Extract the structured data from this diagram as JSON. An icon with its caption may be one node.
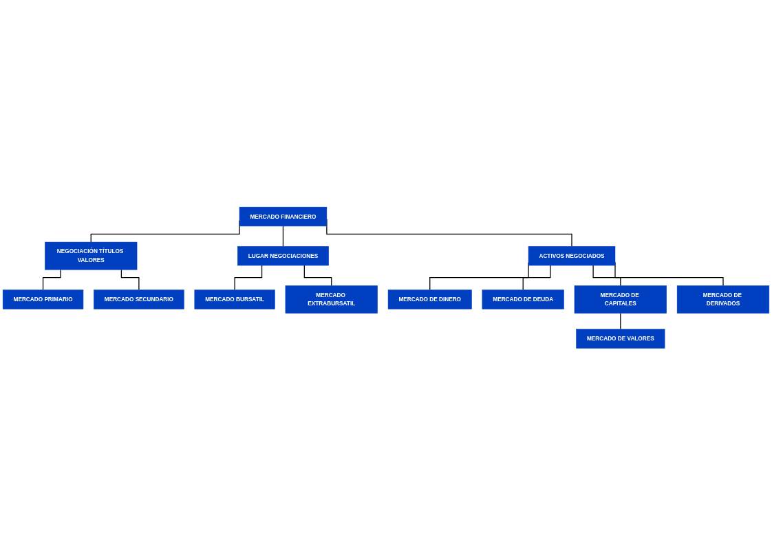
{
  "diagram": {
    "nodes": [
      {
        "text": [
          "MERCADO FINANCIERO"
        ]
      },
      {
        "text": [
          "NEGOCIACIÓN TÍTULOS VALORES"
        ]
      },
      {
        "text": [
          "LUGAR NEGOCIACIONES"
        ]
      },
      {
        "text": [
          "ACTIVOS NEGOCIADOS"
        ]
      },
      {
        "text": [
          "MERCADO PRIMARIO"
        ]
      },
      {
        "text": [
          "MERCADO SECUNDARIO"
        ]
      },
      {
        "text": [
          "MERCADO BURSATIL"
        ]
      },
      {
        "text": [
          "MERCADO EXTRABURSATIL"
        ]
      },
      {
        "text": [
          "MERCADO DE DINERO"
        ]
      },
      {
        "text": [
          "MERCADO DE DEUDA"
        ]
      },
      {
        "text": [
          "MERCADO DE CAPITALES"
        ]
      },
      {
        "text": [
          "MERCADO DE VALORES"
        ]
      },
      {
        "text": [
          "MERCADO DE DERIVADOS"
        ]
      }
    ],
    "edges": [
      {
        "from": 0,
        "to": 1,
        "arrow": "none"
      },
      {
        "from": 0,
        "to": 2,
        "arrow": "none"
      },
      {
        "from": 0,
        "to": 3,
        "arrow": "none"
      },
      {
        "from": 1,
        "to": 4,
        "arrow": "none"
      },
      {
        "from": 1,
        "to": 5,
        "arrow": "none"
      },
      {
        "from": 2,
        "to": 6,
        "arrow": "none"
      },
      {
        "from": 2,
        "to": 7,
        "arrow": "none"
      },
      {
        "from": 3,
        "to": 8,
        "arrow": "none"
      },
      {
        "from": 3,
        "to": 9,
        "arrow": "none"
      },
      {
        "from": 3,
        "to": 10,
        "arrow": "none"
      },
      {
        "from": 10,
        "to": 11,
        "arrow": "none"
      },
      {
        "from": 3,
        "to": 12,
        "arrow": "none"
      }
    ]
  }
}
